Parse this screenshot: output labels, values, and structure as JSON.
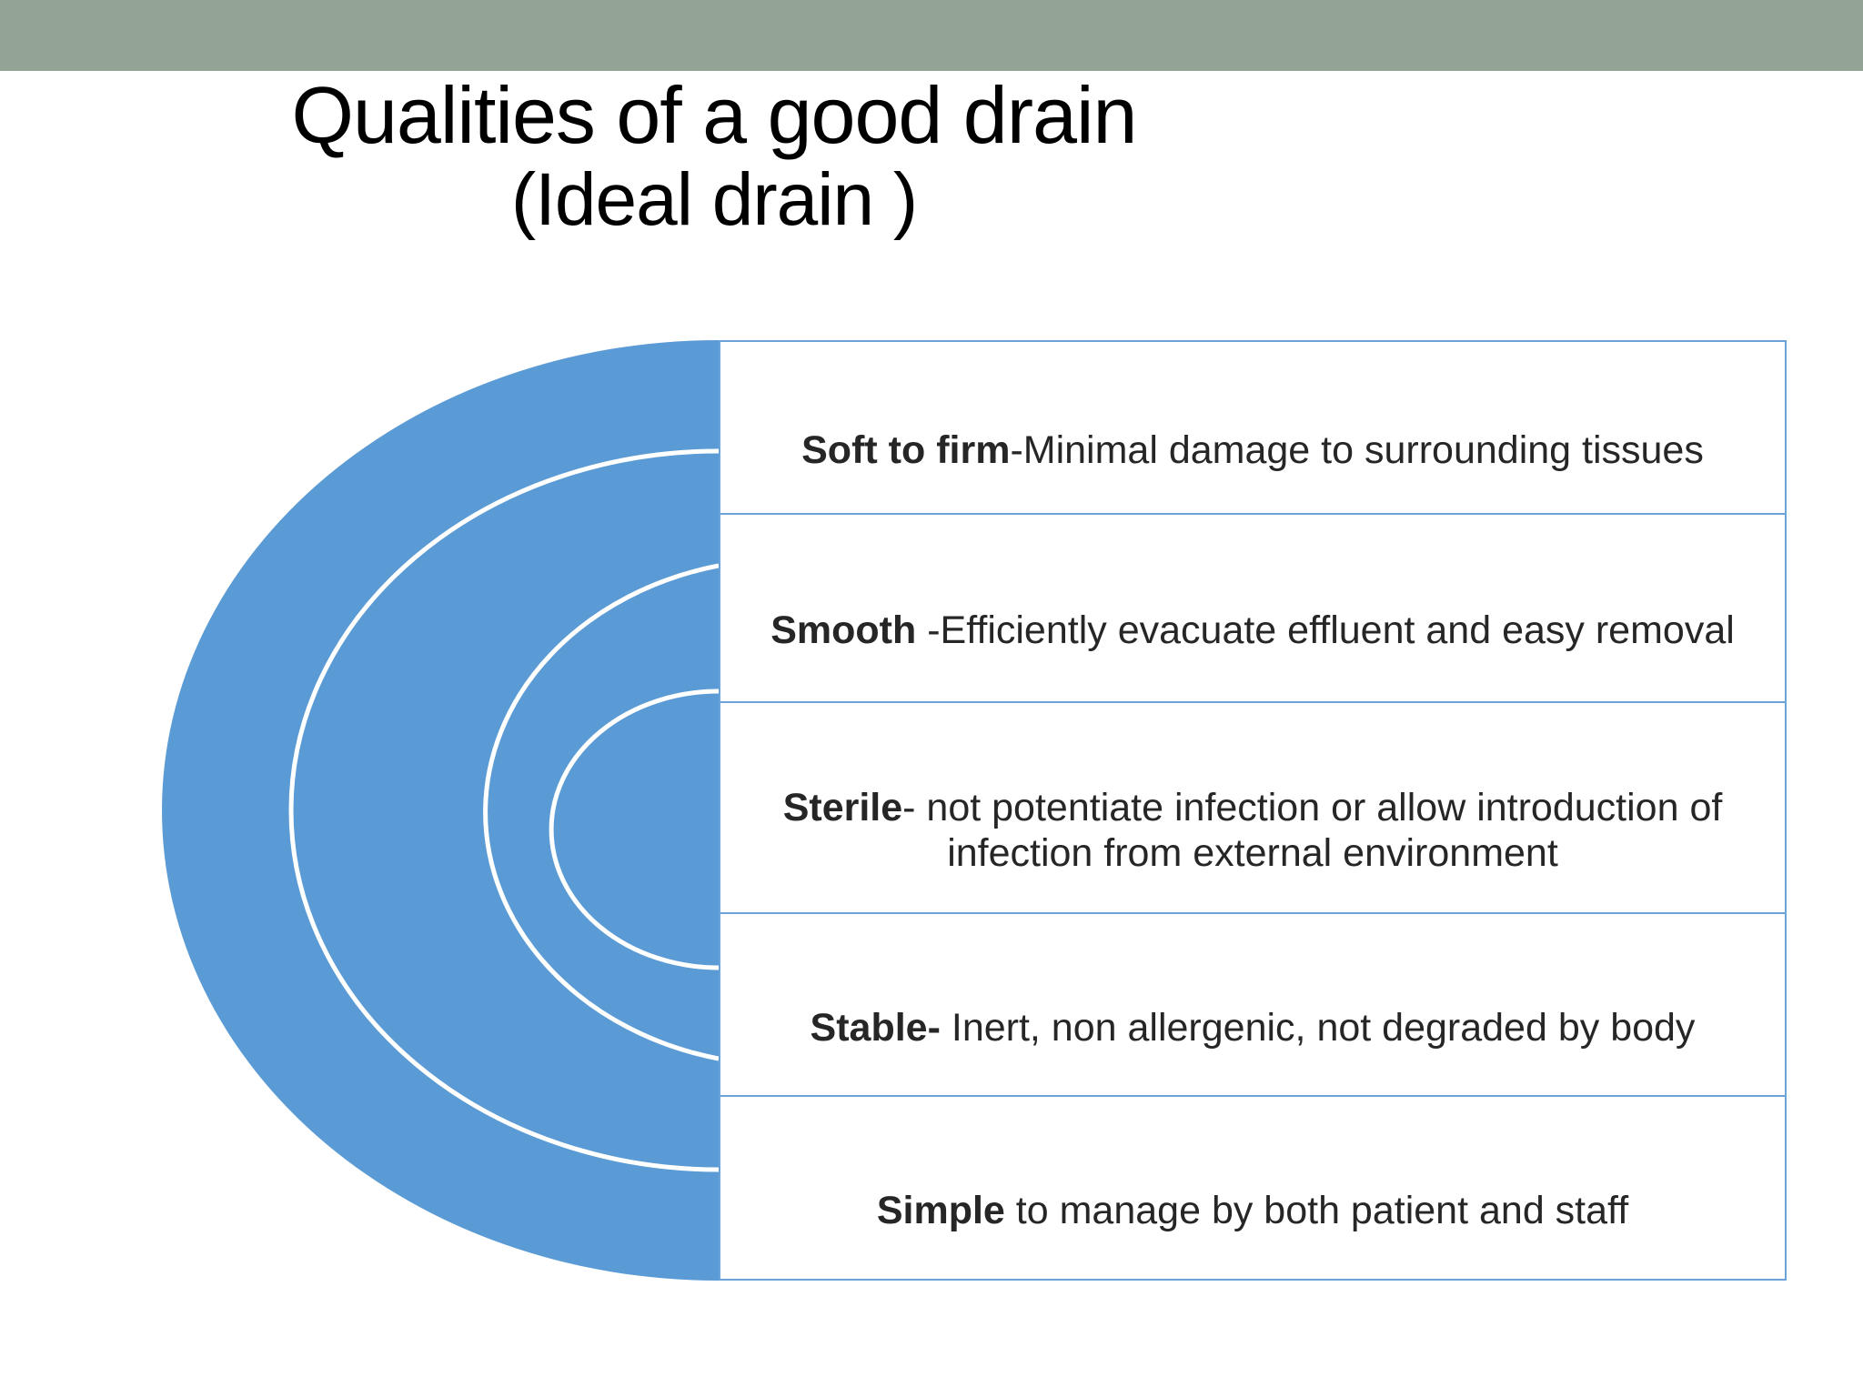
{
  "slide": {
    "background_color": "#ffffff",
    "band_color": "#93a396",
    "accent_blue": "#5b9bd5",
    "border_blue": "#6ba2d8",
    "text_color": "#262626"
  },
  "title": {
    "line1": "Qualities of a good drain",
    "line2": "(Ideal drain )"
  },
  "graphic": {
    "name": "concentric-half-ellipses",
    "fill_color": "#5b9bd5",
    "stroke_color": "#ffffff",
    "ring_count": 4
  },
  "qualities": [
    {
      "key": "soft-to-firm",
      "bold": "Soft to firm",
      "rest": "-Minimal damage to surrounding tissues"
    },
    {
      "key": "smooth",
      "bold": "Smooth",
      "rest": " -Efficiently evacuate effluent and easy removal"
    },
    {
      "key": "sterile",
      "bold": "Sterile",
      "rest": "- not potentiate infection or allow introduction of\ninfection from external environment"
    },
    {
      "key": "stable",
      "bold": "Stable-",
      "rest": " Inert, non allergenic, not degraded by body"
    },
    {
      "key": "simple",
      "bold": "Simple",
      "rest": " to manage by both patient and staff"
    }
  ]
}
